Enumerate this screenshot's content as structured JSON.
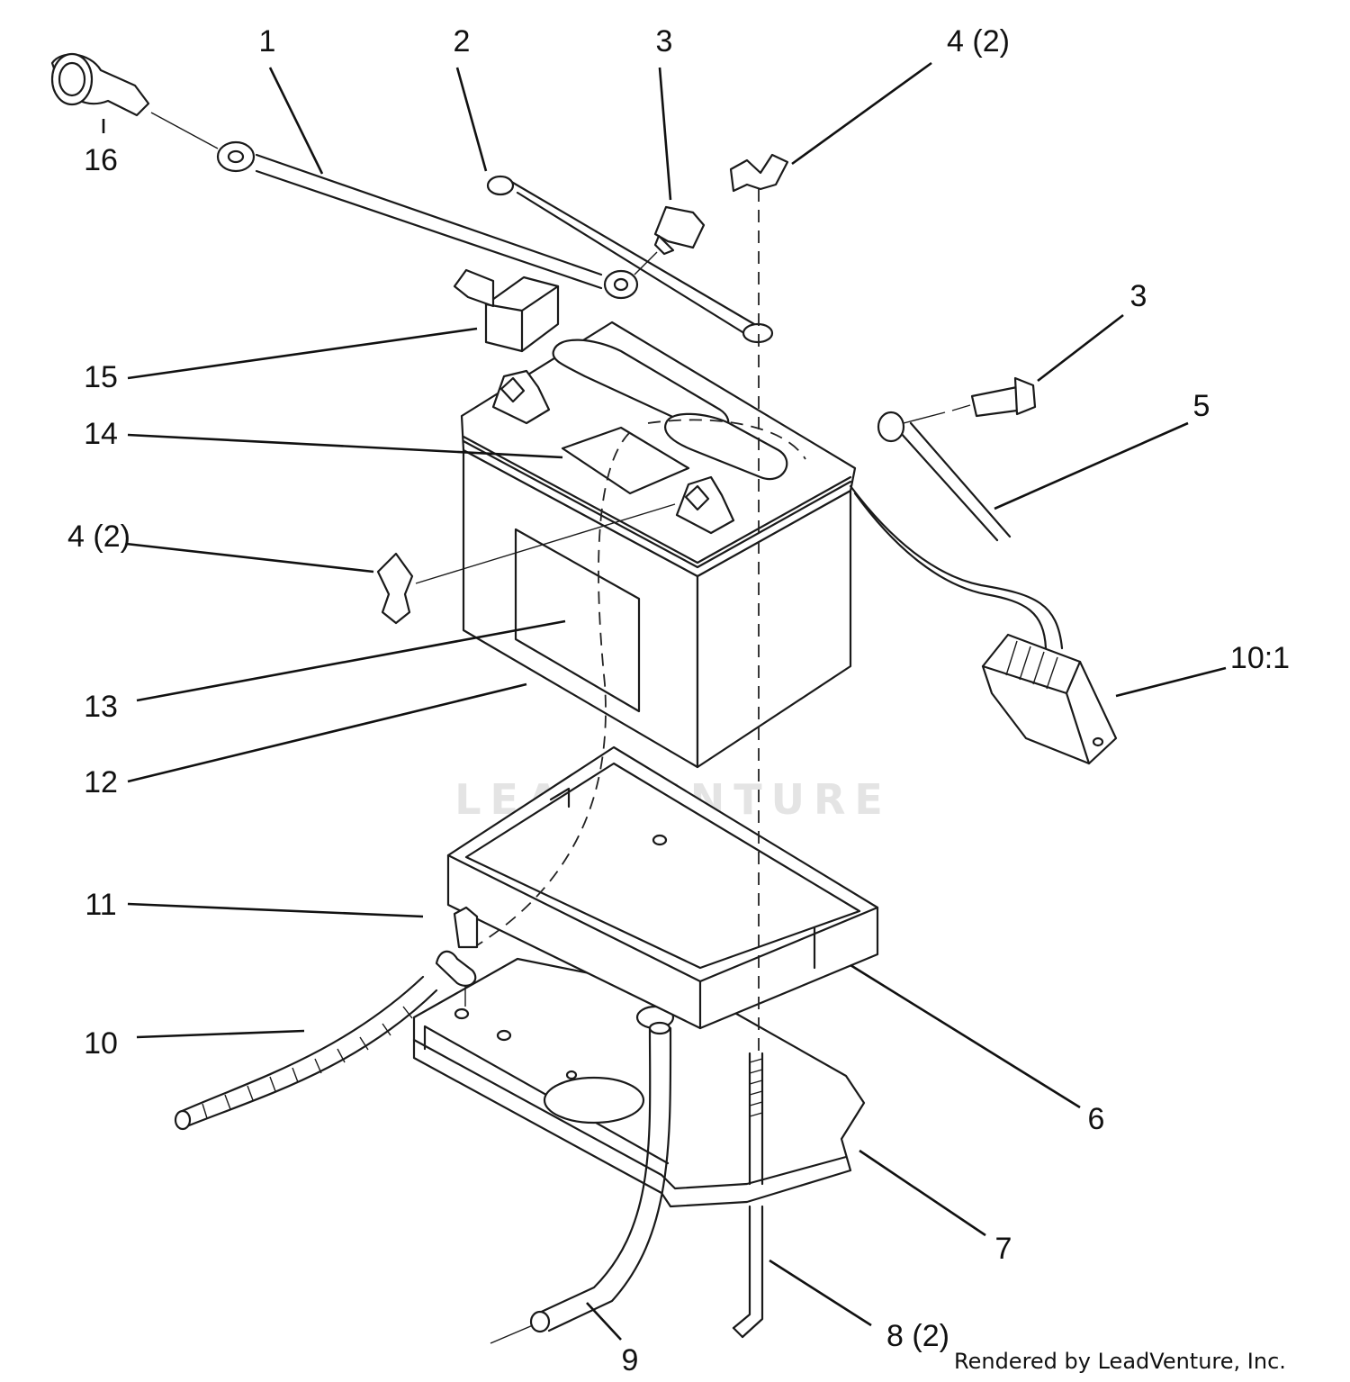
{
  "callouts": [
    {
      "id": "c1",
      "text": "1"
    },
    {
      "id": "c2",
      "text": "2"
    },
    {
      "id": "c3a",
      "text": "3"
    },
    {
      "id": "c3b",
      "text": "3"
    },
    {
      "id": "c4a",
      "text": "4 (2)"
    },
    {
      "id": "c4b",
      "text": "4 (2)"
    },
    {
      "id": "c5",
      "text": "5"
    },
    {
      "id": "c6",
      "text": "6"
    },
    {
      "id": "c7",
      "text": "7"
    },
    {
      "id": "c8",
      "text": "8 (2)"
    },
    {
      "id": "c9",
      "text": "9"
    },
    {
      "id": "c10",
      "text": "10"
    },
    {
      "id": "c101",
      "text": "10:1"
    },
    {
      "id": "c11",
      "text": "11"
    },
    {
      "id": "c12",
      "text": "12"
    },
    {
      "id": "c13",
      "text": "13"
    },
    {
      "id": "c14",
      "text": "14"
    },
    {
      "id": "c15",
      "text": "15"
    },
    {
      "id": "c16",
      "text": "16"
    }
  ],
  "watermark": "LEADVENTURE",
  "credit": "Rendered by LeadVenture, Inc."
}
